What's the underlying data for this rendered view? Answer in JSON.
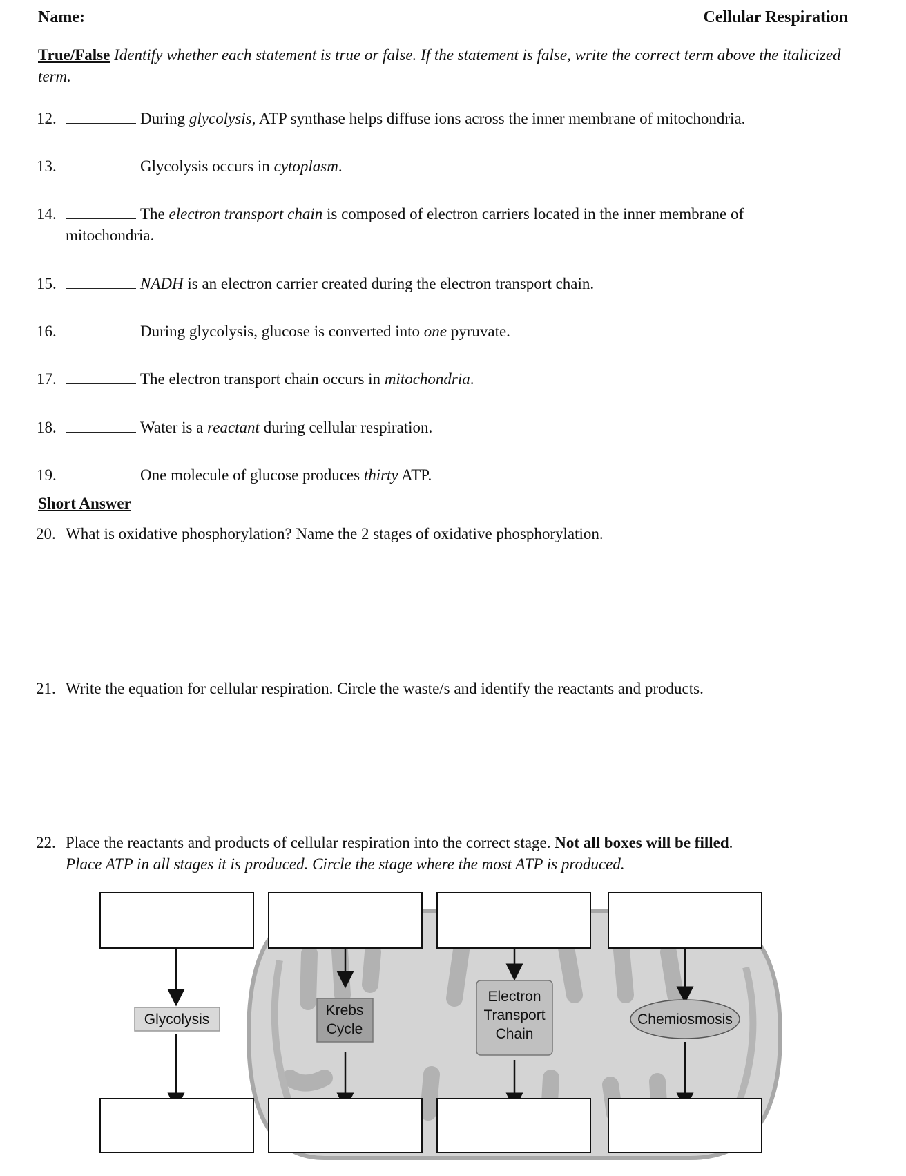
{
  "header": {
    "name_label": "Name:",
    "title": "Cellular Respiration"
  },
  "true_false": {
    "heading": "True/False",
    "instructions": "Identify whether each statement is true or false. If the statement is false, write the correct term above the italicized term.",
    "items": [
      {
        "num": "12.",
        "pre": "During ",
        "term": "glycolysis",
        "post": ", ATP synthase helps diffuse ions across the inner membrane of mitochondria.",
        "cont": ""
      },
      {
        "num": "13.",
        "pre": "Glycolysis occurs in ",
        "term": "cytoplasm",
        "post": ".",
        "cont": ""
      },
      {
        "num": "14.",
        "pre": "The ",
        "term": "electron transport chain",
        "post": " is composed of electron carriers located in the inner membrane of",
        "cont": "mitochondria."
      },
      {
        "num": "15.",
        "pre": "",
        "term": "NADH",
        "post": " is an electron carrier created during the electron transport chain.",
        "cont": ""
      },
      {
        "num": "16.",
        "pre": "During glycolysis, glucose is converted into ",
        "term": "one",
        "post": " pyruvate.",
        "cont": ""
      },
      {
        "num": "17.",
        "pre": "The electron transport chain occurs in ",
        "term": "mitochondria",
        "post": ".",
        "cont": ""
      },
      {
        "num": "18.",
        "pre": "Water is a ",
        "term": "reactant",
        "post": " during cellular respiration.",
        "cont": ""
      },
      {
        "num": "19.",
        "pre": "One molecule of glucose produces ",
        "term": "thirty",
        "post": " ATP.",
        "cont": ""
      }
    ]
  },
  "short_answer": {
    "heading": "Short Answer",
    "q20": {
      "num": "20.",
      "text": "What is oxidative phosphorylation? Name the 2 stages of oxidative phosphorylation."
    },
    "q21": {
      "num": "21.",
      "text": "Write the equation for cellular respiration. Circle the waste/s and identify the reactants and products."
    },
    "q22": {
      "num": "22.",
      "text": "Place the reactants and products of cellular respiration into the correct stage. ",
      "bold": "Not all boxes will be filled",
      "end": ".",
      "line2": "Place ATP in all stages it is produced. Circle the stage where the most ATP is produced."
    }
  },
  "diagram": {
    "stages": [
      {
        "label_lines": [
          "Glycolysis"
        ]
      },
      {
        "label_lines": [
          "Krebs",
          "Cycle"
        ]
      },
      {
        "label_lines": [
          "Electron",
          "Transport",
          "Chain"
        ]
      },
      {
        "label_lines": [
          "Chemiosmosis"
        ]
      }
    ]
  }
}
